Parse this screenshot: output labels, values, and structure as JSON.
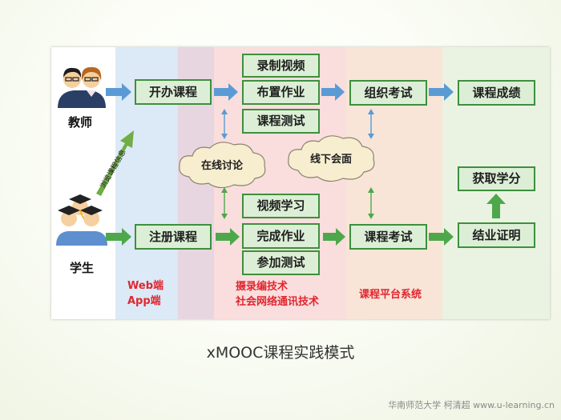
{
  "roles": {
    "teacher": "教师",
    "student": "学生"
  },
  "teacher_row": {
    "open_course": "开办课程",
    "record_video": "录制视频",
    "assign_homework": "布置作业",
    "course_test": "课程测试",
    "organize_exam": "组织考试",
    "course_grade": "课程成绩"
  },
  "student_row": {
    "register_course": "注册课程",
    "video_learning": "视频学习",
    "complete_homework": "完成作业",
    "join_test": "参加测试",
    "course_exam": "课程考试",
    "certificate": "结业证明",
    "earn_credit": "获取学分"
  },
  "clouds": {
    "online": "在线讨论",
    "offline": "线下会面"
  },
  "diagonal_label": "浏览课程信息",
  "platforms": {
    "web": "Web端",
    "app": "App端",
    "tech1": "摄录编技术",
    "tech2": "社会网络通讯技术",
    "system": "课程平台系统"
  },
  "slide": {
    "title": "xMOOC课程实践模式",
    "footer": "华南师范大学  柯清超 www.u-learning.cn"
  },
  "colors": {
    "box_fill": "#dcefd6",
    "box_border": "#3e8f3e",
    "arrow_blue": "#5b9bd5",
    "arrow_green": "#4ea84b",
    "label_red": "#e0262f"
  }
}
